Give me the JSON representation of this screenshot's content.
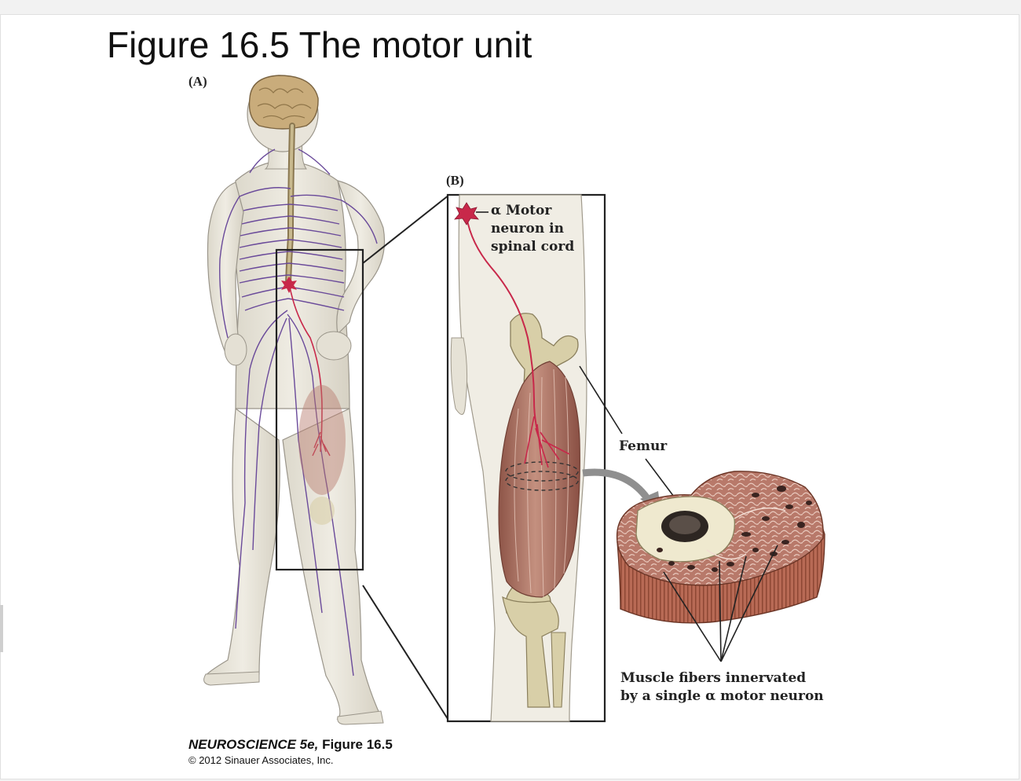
{
  "title": "Figure 16.5  The motor unit",
  "panels": {
    "a_label": "(A)",
    "b_label": "(B)"
  },
  "labels": {
    "motor_neuron_line1": "α Motor",
    "motor_neuron_line2": "neuron in",
    "motor_neuron_line3": "spinal cord",
    "femur": "Femur",
    "muscle_fibers_line1": "Muscle fibers innervated",
    "muscle_fibers_line2": "by a single α motor neuron"
  },
  "credit": {
    "book": "NEUROSCIENCE 5e,",
    "figure": "Figure 16.5",
    "copyright": "© 2012 Sinauer Associates, Inc."
  },
  "colors": {
    "nerve": "#6a4a9a",
    "motor_neuron": "#c8284a",
    "muscle": "#b5786a",
    "bone": "#d8cfa8",
    "skin": "#ebe7dc"
  }
}
